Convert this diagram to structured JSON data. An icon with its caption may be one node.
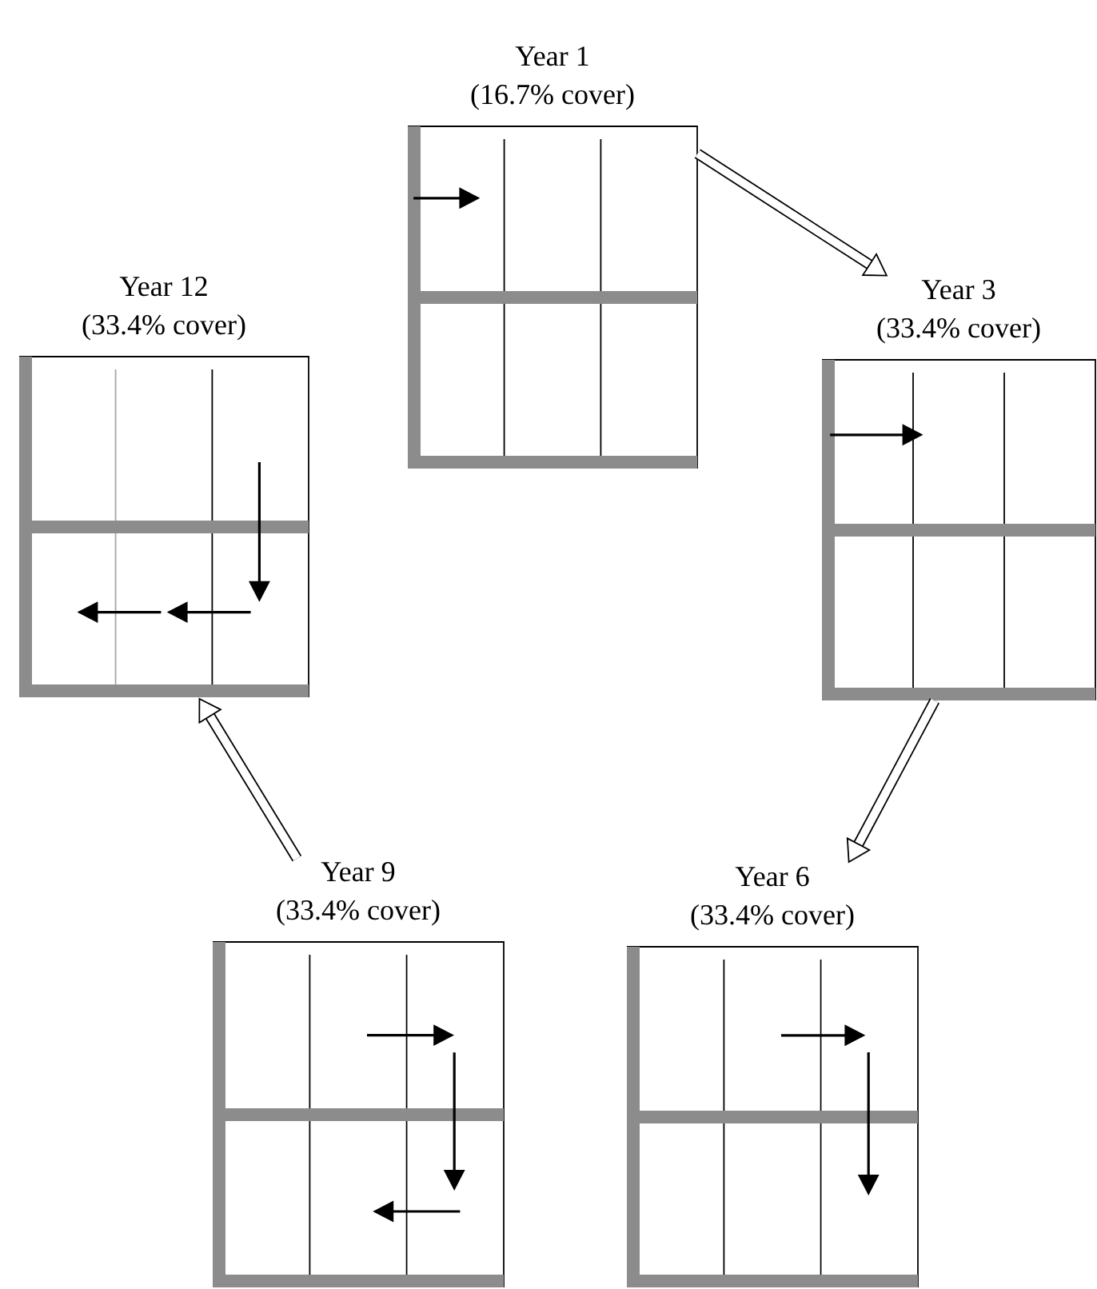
{
  "diagram": {
    "nodes": [
      {
        "text": [
          "Year 1",
          "(16.7% cover)"
        ]
      },
      {
        "text": [
          "Year 12",
          "(33.4% cover)"
        ]
      },
      {
        "text": [
          "Year 3",
          "(33.4% cover)"
        ]
      },
      {
        "text": [
          "Year 9",
          "(33.4% cover)"
        ]
      },
      {
        "text": [
          "Year 6",
          "(33.4% cover)"
        ]
      }
    ],
    "edges": [
      {
        "from": 0,
        "to": 2,
        "arrow": "to"
      },
      {
        "from": 2,
        "to": 4,
        "arrow": "to"
      },
      {
        "from": 3,
        "to": 1,
        "arrow": "to"
      }
    ]
  }
}
